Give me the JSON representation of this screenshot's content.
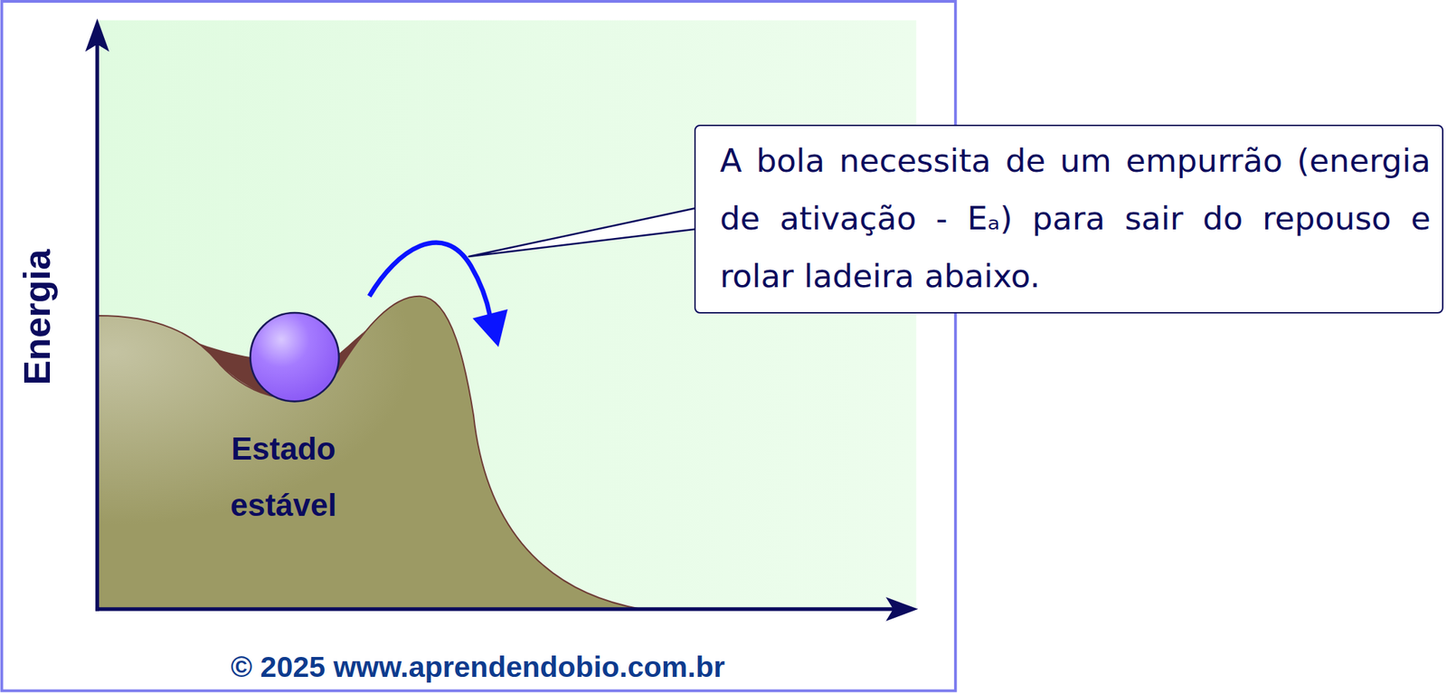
{
  "diagram": {
    "nodes": [
      {
        "text": [
          "A bola necessita de um empurrão (energia de ativação - Eₐ) para sair do repouso e rolar ladeira abaixo."
        ]
      }
    ],
    "labels": [
      "Energia",
      "Estado estável",
      "© 2025 www.aprendendobio.com.br"
    ]
  }
}
